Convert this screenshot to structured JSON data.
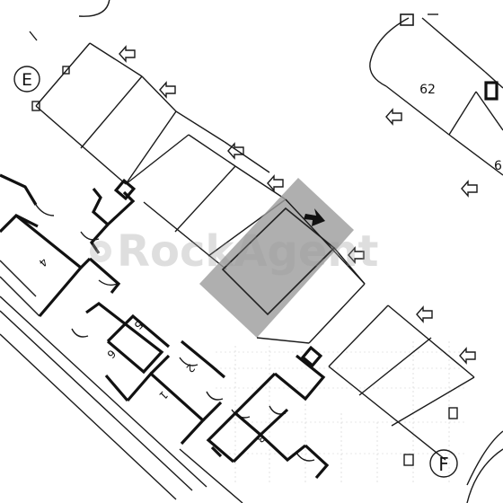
{
  "plan": {
    "parking_labels": [
      "62",
      "6"
    ],
    "unit_labels": [
      "4",
      "5",
      "6",
      "2",
      "1",
      "3"
    ],
    "zone_markers": [
      "E",
      "F"
    ]
  },
  "highlight": {
    "color": "#9e9e9e",
    "marker": "direction-arrow-icon"
  },
  "watermark": {
    "text": "RockAgent"
  }
}
